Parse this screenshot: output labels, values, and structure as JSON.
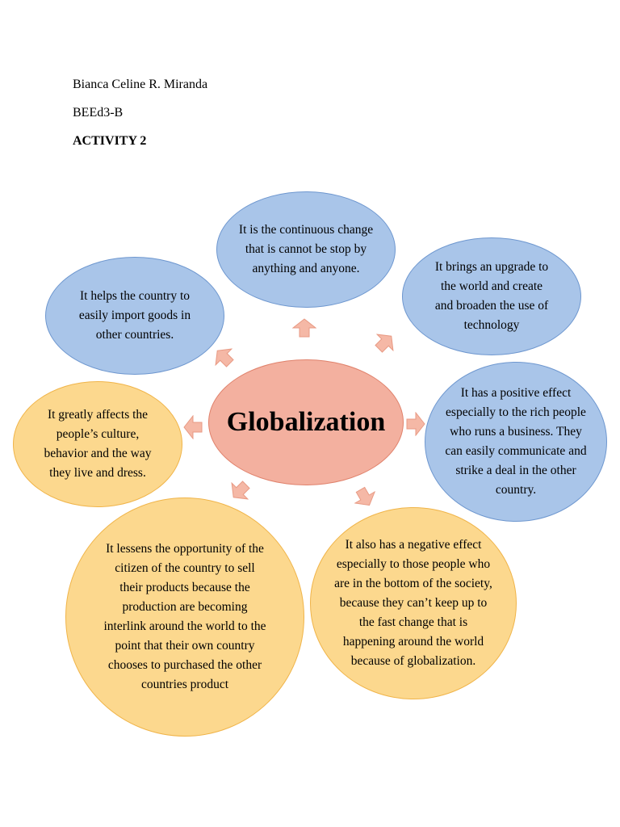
{
  "header": {
    "name": "Bianca Celine R. Miranda",
    "section": "BEEd3-B",
    "activity": "ACTIVITY 2"
  },
  "center": {
    "label": "Globalization"
  },
  "nodes": {
    "top": "It is the continuous change that is cannot be stop by anything and anyone.",
    "top_left": "It helps the country to easily import goods in other countries.",
    "top_right": "It brings an upgrade to the world and create and broaden the use of technology",
    "right": "It has a positive effect especially to the rich people who runs a business. They can easily communicate and strike a deal in the other country.",
    "left": "It greatly affects the people’s culture, behavior and the way they live and dress.",
    "bottom_left": "It lessens the opportunity of the citizen of the country to sell their products because the production are becoming interlink around the world to the point that their own country chooses to purchased the other countries product",
    "bottom_right": "It also has a negative effect especially to those people who are in the bottom of the society, because they can’t keep up to the fast change that is happening around the world because of globalization."
  },
  "colors": {
    "blue_fill": "#a9c5e9",
    "yellow_fill": "#fcd88e",
    "center_fill": "#f3b09f",
    "arrow_fill": "#f5b8a6"
  }
}
